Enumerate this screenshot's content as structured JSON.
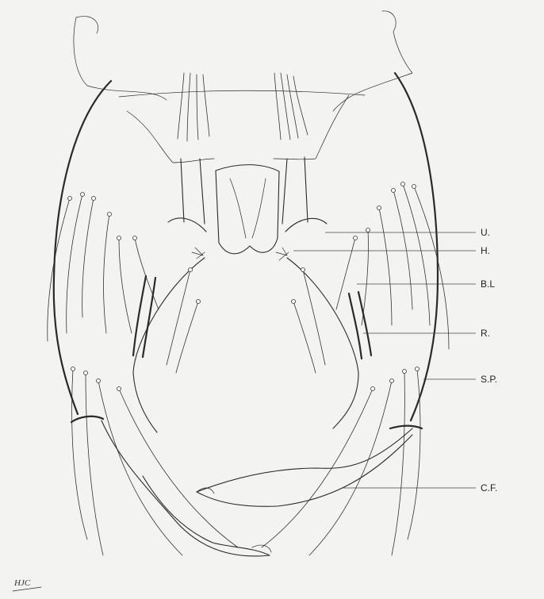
{
  "labels": [
    {
      "id": "U",
      "text": "U."
    },
    {
      "id": "H",
      "text": "H."
    },
    {
      "id": "BL",
      "text": "B.L"
    },
    {
      "id": "R",
      "text": "R."
    },
    {
      "id": "SP",
      "text": "S.P."
    },
    {
      "id": "CF",
      "text": "C.F."
    }
  ],
  "signature": "HJC"
}
